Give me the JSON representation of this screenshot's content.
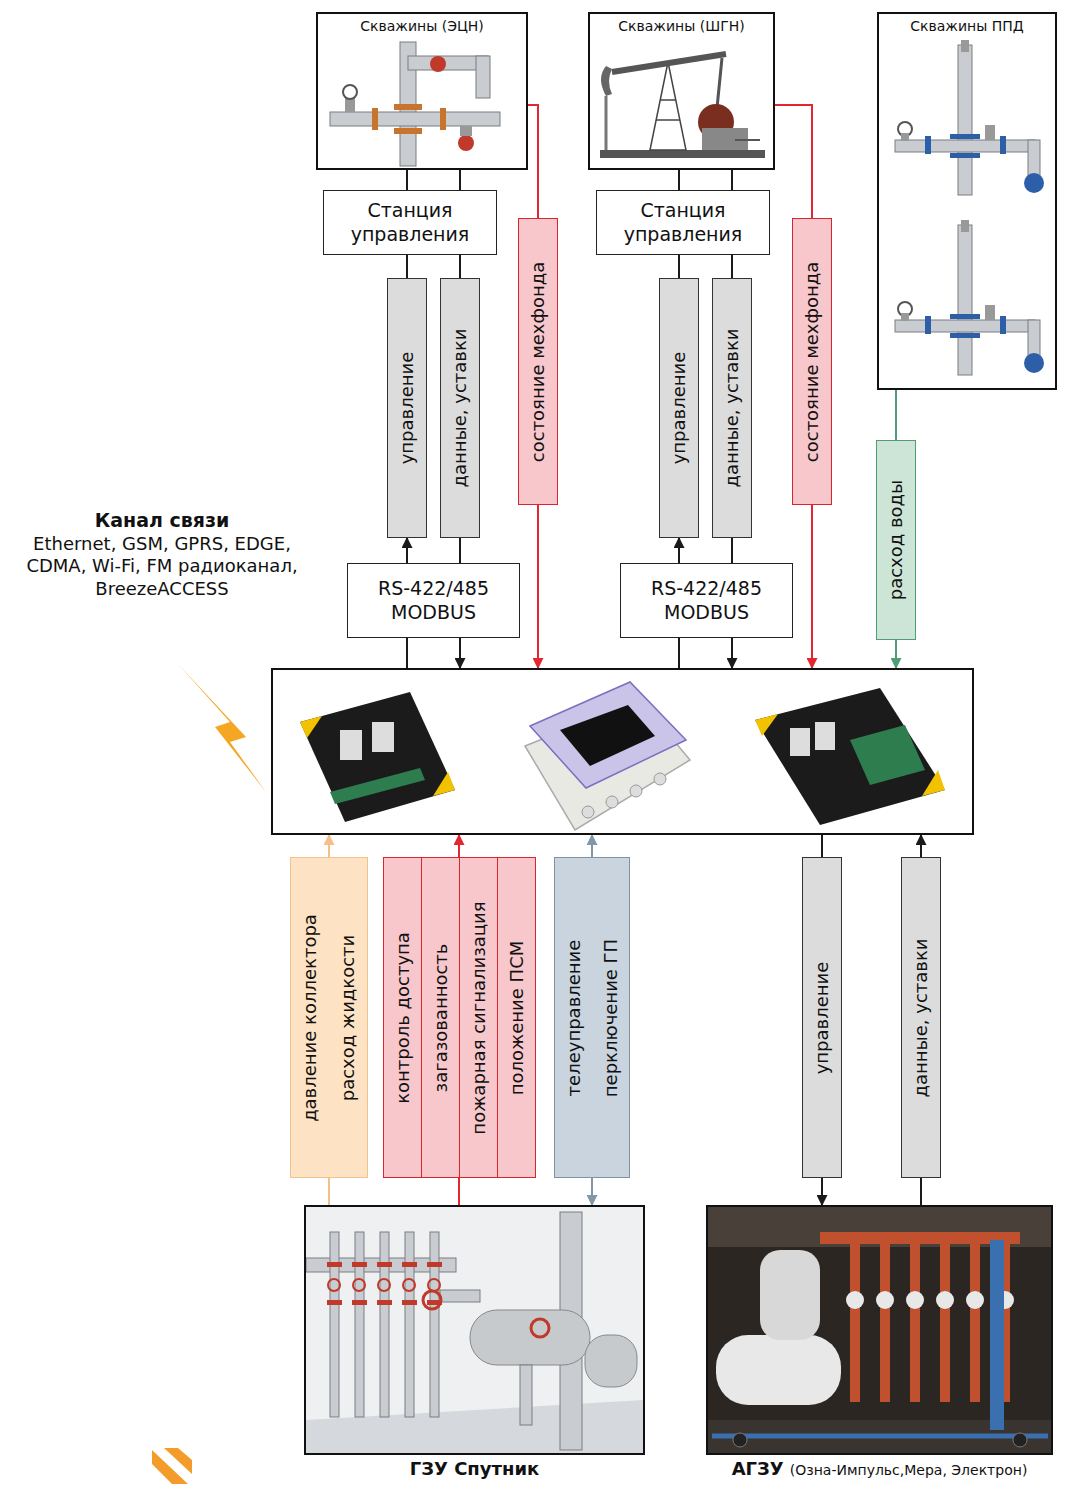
{
  "diagram": {
    "nodes": [
      {
        "text": [
          "Скважины (ЭЦН)"
        ]
      },
      {
        "text": [
          "Скважины (ШГН)"
        ]
      },
      {
        "text": [
          "Скважины ППД"
        ]
      },
      {
        "text": [
          "Станция управления"
        ]
      },
      {
        "text": [
          "Станция управления"
        ]
      },
      {
        "text": [
          "управление"
        ]
      },
      {
        "text": [
          "данные, уставки"
        ]
      },
      {
        "text": [
          "состояние мехфонда"
        ]
      },
      {
        "text": [
          "управление"
        ]
      },
      {
        "text": [
          "данные, уставки"
        ]
      },
      {
        "text": [
          "состояние мехфонда"
        ]
      },
      {
        "text": [
          "расход воды"
        ]
      },
      {
        "text": [
          "RS-422/485 MODBUS"
        ]
      },
      {
        "text": [
          "RS-422/485 MODBUS"
        ]
      },
      {
        "text": [
          "Канал связи",
          "Ethernet, GSM, GPRS, EDGE, CDMA, Wi-Fi, FM радиоканал, BreezeACCESS"
        ]
      },
      {
        "text": [
          "давление коллектора",
          "расход жидкости"
        ]
      },
      {
        "text": [
          "контроль доступа",
          "загазованность",
          "пожарная сигнализация",
          "положение ПСМ"
        ]
      },
      {
        "text": [
          "телеуправление",
          "перключение ГП"
        ]
      },
      {
        "text": [
          "управление"
        ]
      },
      {
        "text": [
          "данные, уставки"
        ]
      },
      {
        "text": [
          "ГЗУ Спутник"
        ]
      },
      {
        "text": [
          "АГЗУ",
          "(Озна-Импульс,Мера, Электрон)"
        ]
      }
    ],
    "edges": [
      {
        "from": 0,
        "to": 3,
        "arrow": "none"
      },
      {
        "from": 0,
        "to": 3,
        "arrow": "none"
      },
      {
        "from": 5,
        "to": 3,
        "arrow": "none"
      },
      {
        "from": 12,
        "to": 5,
        "arrow": "to"
      },
      {
        "from": 14,
        "to": 12,
        "arrow": "none"
      },
      {
        "from": 3,
        "to": 6,
        "arrow": "none"
      },
      {
        "from": 6,
        "to": 12,
        "arrow": "none"
      },
      {
        "from": 12,
        "to": 14,
        "arrow": "to"
      },
      {
        "from": 0,
        "to": 7,
        "arrow": "none"
      },
      {
        "from": 7,
        "to": 14,
        "arrow": "to"
      },
      {
        "from": 1,
        "to": 4,
        "arrow": "none"
      },
      {
        "from": 1,
        "to": 4,
        "arrow": "none"
      },
      {
        "from": 8,
        "to": 4,
        "arrow": "none"
      },
      {
        "from": 13,
        "to": 8,
        "arrow": "to"
      },
      {
        "from": 14,
        "to": 13,
        "arrow": "none"
      },
      {
        "from": 4,
        "to": 9,
        "arrow": "none"
      },
      {
        "from": 9,
        "to": 13,
        "arrow": "none"
      },
      {
        "from": 13,
        "to": 14,
        "arrow": "to"
      },
      {
        "from": 1,
        "to": 10,
        "arrow": "none"
      },
      {
        "from": 10,
        "to": 14,
        "arrow": "to"
      },
      {
        "from": 2,
        "to": 11,
        "arrow": "none"
      },
      {
        "from": 11,
        "to": 14,
        "arrow": "to"
      },
      {
        "from": 20,
        "to": 15,
        "arrow": "none"
      },
      {
        "from": 15,
        "to": 14,
        "arrow": "to"
      },
      {
        "from": 20,
        "to": 16,
        "arrow": "none"
      },
      {
        "from": 16,
        "to": 14,
        "arrow": "to"
      },
      {
        "from": 17,
        "to": 14,
        "arrow": "to"
      },
      {
        "from": 17,
        "to": 20,
        "arrow": "to"
      },
      {
        "from": 14,
        "to": 18,
        "arrow": "none"
      },
      {
        "from": 18,
        "to": 21,
        "arrow": "to"
      },
      {
        "from": 21,
        "to": 19,
        "arrow": "none"
      },
      {
        "from": 19,
        "to": 14,
        "arrow": "to"
      }
    ]
  }
}
